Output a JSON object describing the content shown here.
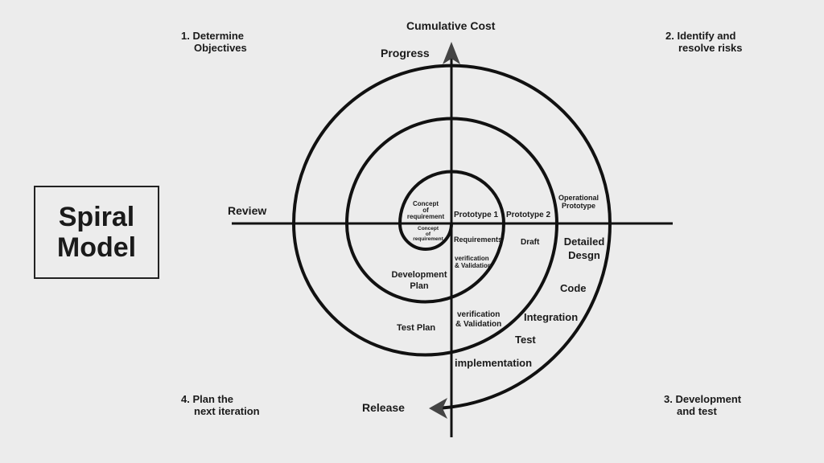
{
  "title": {
    "line1": "Spiral",
    "line2": "Model"
  },
  "axes": {
    "vertical_top": "Cumulative Cost",
    "progress": "Progress",
    "horizontal_left": "Review",
    "vertical_bottom": "Release"
  },
  "quadrants": {
    "q1": {
      "line1": "1. Determine",
      "line2": "Objectives"
    },
    "q2": {
      "line1": "2. Identify and",
      "line2": "resolve risks"
    },
    "q3": {
      "line1": "3. Development",
      "line2": "and test"
    },
    "q4": {
      "line1": "4. Plan the",
      "line2": "next iteration"
    }
  },
  "spiral_labels": {
    "concept_upper": {
      "l1": "Concept",
      "l2": "of",
      "l3": "requirement"
    },
    "concept_lower": {
      "l1": "Concept",
      "l2": "of",
      "l3": "requirement"
    },
    "prototype1": "Prototype 1",
    "prototype2": "Prototype 2",
    "operational_prototype": {
      "l1": "Operational",
      "l2": "Prototype"
    },
    "requirements": "Requirements",
    "vv_inner": {
      "l1": "verification",
      "l2": "& Validation"
    },
    "draft": "Draft",
    "detailed_design": {
      "l1": "Detailed",
      "l2": "Desgn"
    },
    "development_plan": {
      "l1": "Development",
      "l2": "Plan"
    },
    "code": "Code",
    "vv_outer": {
      "l1": "verification",
      "l2": "& Validation"
    },
    "test_plan": "Test Plan",
    "integration": "Integration",
    "test": "Test",
    "implementation": "implementation"
  },
  "colors": {
    "background": "#ececec",
    "line": "#111111",
    "arrow": "#444444"
  }
}
